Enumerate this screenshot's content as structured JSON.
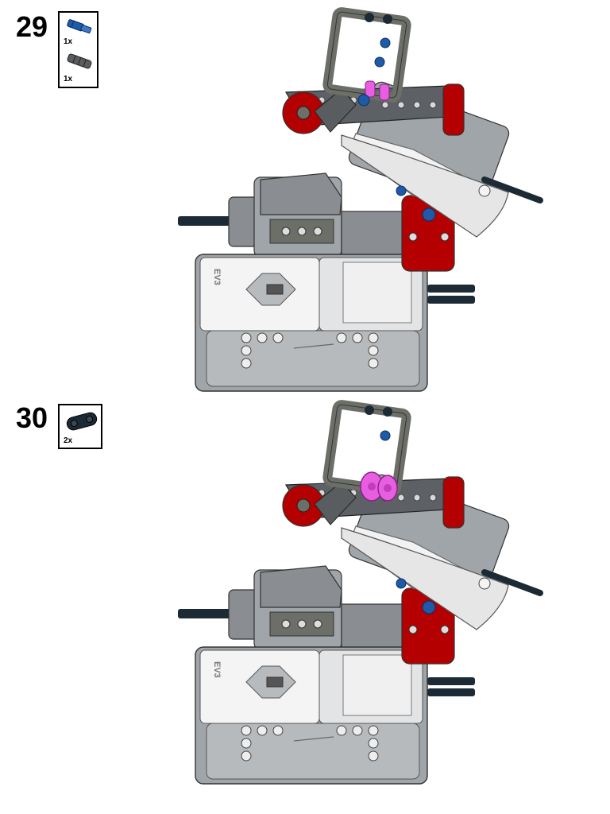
{
  "steps": [
    {
      "number": "29",
      "parts": [
        {
          "icon": "blue-axle-pin-icon",
          "color": "#1e5aa8",
          "qty": "1x"
        },
        {
          "icon": "dark-gray-axle-connector-icon",
          "color": "#595d60",
          "qty": "1x"
        }
      ]
    },
    {
      "number": "30",
      "parts": [
        {
          "icon": "black-double-pin-connector-icon",
          "color": "#1b2a34",
          "qty": "2x"
        }
      ]
    }
  ],
  "colors": {
    "brick_light_gray": "#a0a5a9",
    "brick_white": "#f4f4f4",
    "dark_gray": "#6c6e68",
    "black_beam": "#1b2a34",
    "red": "#b40000",
    "magenta": "#e85ee0",
    "blue": "#1e5aa8"
  },
  "model": {
    "brick_label": "EV3"
  }
}
